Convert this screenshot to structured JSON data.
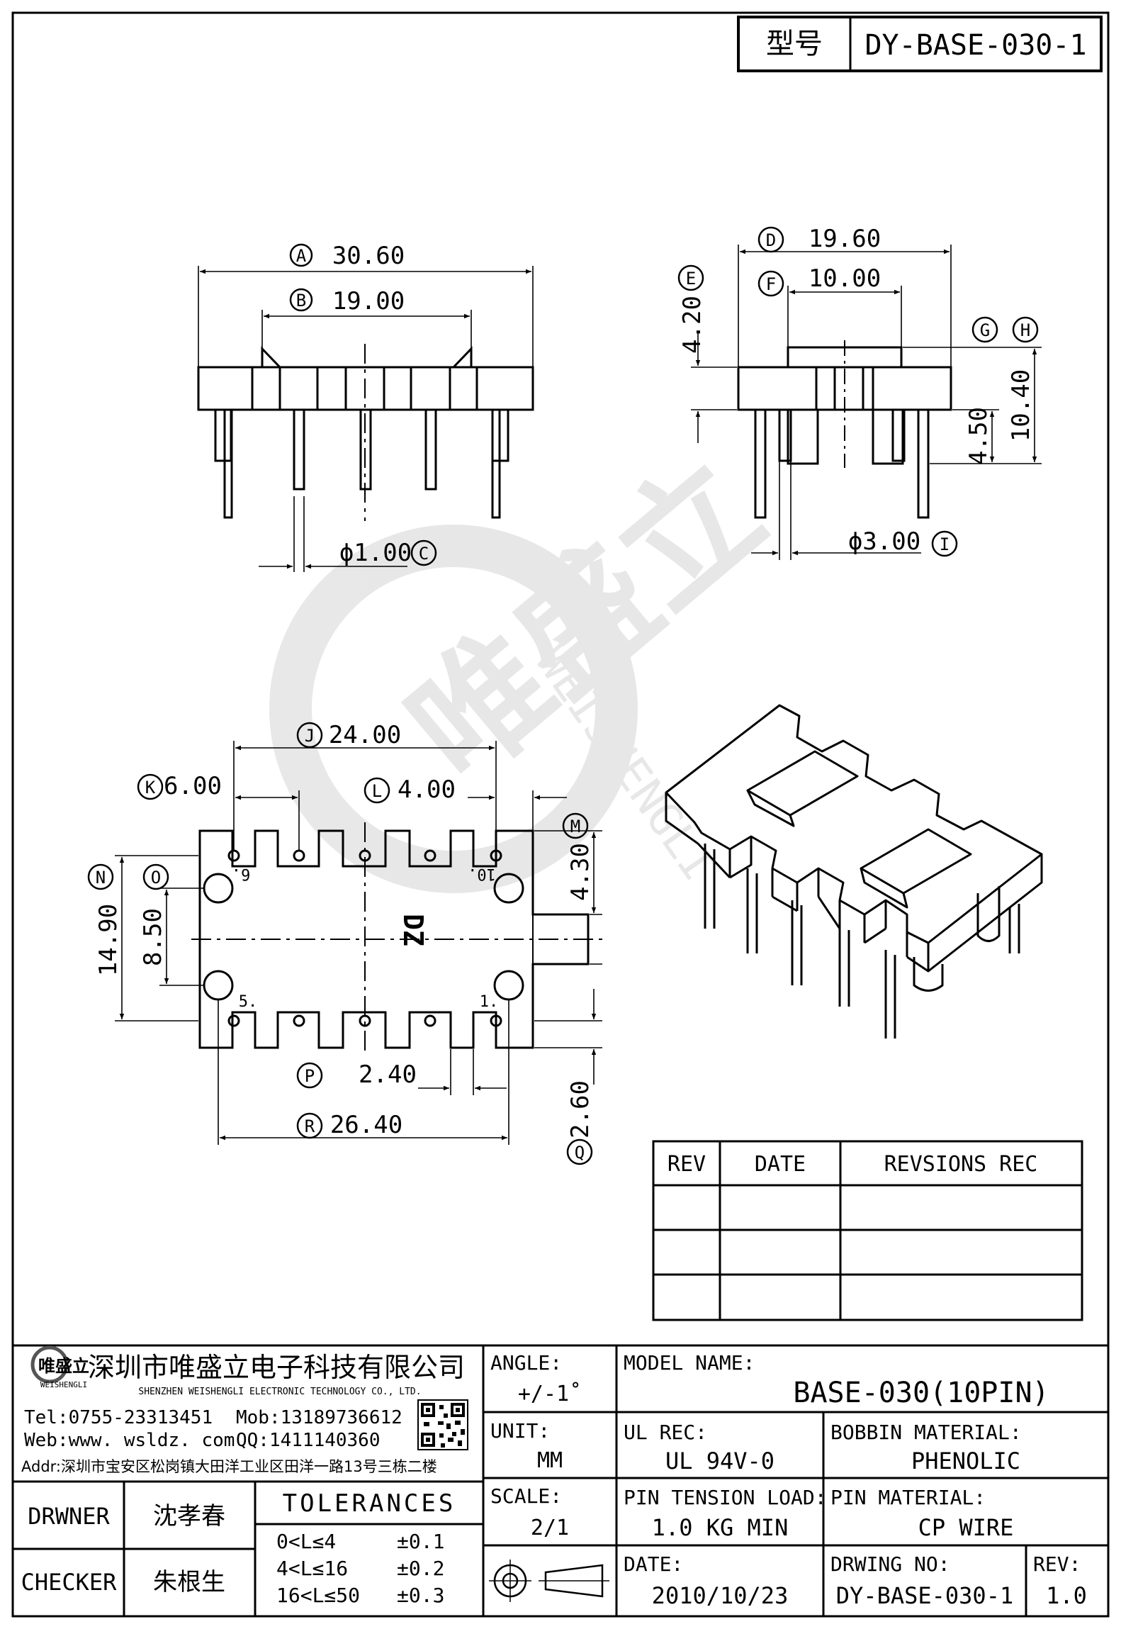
{
  "title_block": {
    "model_label": "型号",
    "model_value": "DY-BASE-030-1"
  },
  "dimensions": {
    "A": {
      "letter": "A",
      "value": "30.60"
    },
    "B": {
      "letter": "B",
      "value": "19.00"
    },
    "C": {
      "letter": "C",
      "value": "ϕ1.00"
    },
    "D": {
      "letter": "D",
      "value": "19.60"
    },
    "E": {
      "letter": "E",
      "value": "4.20"
    },
    "F": {
      "letter": "F",
      "value": "10.00"
    },
    "G": {
      "letter": "G"
    },
    "H": {
      "letter": "H",
      "value": "10.40"
    },
    "G_value": "4.50",
    "I": {
      "letter": "I",
      "value": "ϕ3.00"
    },
    "J": {
      "letter": "J",
      "value": "24.00"
    },
    "K": {
      "letter": "K",
      "value": "6.00"
    },
    "L": {
      "letter": "L",
      "value": "4.00"
    },
    "M": {
      "letter": "M",
      "value": "4.30"
    },
    "N": {
      "letter": "N",
      "value": "14.90"
    },
    "O": {
      "letter": "O",
      "value": "8.50"
    },
    "P": {
      "letter": "P",
      "value": "2.40"
    },
    "Q": {
      "letter": "Q",
      "value": "2.60"
    },
    "R": {
      "letter": "R",
      "value": "26.40"
    }
  },
  "bottom_view": {
    "pin_label_6": "6.",
    "pin_label_10": "10.",
    "pin_label_5": "5.",
    "pin_label_1": "1.",
    "center_mark": "DZ"
  },
  "watermark": {
    "cn": "唯盛立",
    "en": "WEISHENGLI"
  },
  "revision_table": {
    "headers": [
      "REV",
      "DATE",
      "REVSIONS REC"
    ],
    "rows": [
      [
        "",
        "",
        ""
      ],
      [
        "",
        "",
        ""
      ],
      [
        "",
        "",
        ""
      ]
    ]
  },
  "company": {
    "logo_cn": "唯盛立",
    "logo_en": "WEISHENGLI",
    "name_cn": "深圳市唯盛立电子科技有限公司",
    "name_en": "SHENZHEN WEISHENGLI ELECTRONIC TECHNOLOGY CO., LTD.",
    "tel": "Tel:0755-23313451",
    "mob": "Mob:13189736612",
    "web": "Web:www. wsldz. com",
    "qq": "QQ:1411140360",
    "addr": "Addr:深圳市宝安区松岗镇大田洋工业区田洋一路13号三栋二楼"
  },
  "fields": {
    "angle_label": "ANGLE:",
    "angle_value": "+/-1˚",
    "unit_label": "UNIT:",
    "unit_value": "MM",
    "scale_label": "SCALE:",
    "scale_value": "2/1",
    "model_name_label": "MODEL NAME:",
    "model_name_value": "BASE-030(10PIN)",
    "ul_label": "UL REC:",
    "ul_value": "UL 94V-0",
    "bobbin_label": "BOBBIN MATERIAL:",
    "bobbin_value": "PHENOLIC",
    "pin_tension_label": "PIN TENSION LOAD:",
    "pin_tension_value": "1.0 KG MIN",
    "pin_material_label": "PIN MATERIAL:",
    "pin_material_value": "CP WIRE",
    "date_label": "DATE:",
    "date_value": "2010/10/23",
    "drawing_no_label": "DRWING NO:",
    "drawing_no_value": "DY-BASE-030-1",
    "rev_label": "REV:",
    "rev_value": "1.0",
    "drawer_label": "DRWNER",
    "drawer_value": "沈孝春",
    "checker_label": "CHECKER",
    "checker_value": "朱根生",
    "tolerances_title": "TOLERANCES",
    "tol_1_range": "0<L≤4",
    "tol_1_value": "±0.1",
    "tol_2_range": "4<L≤16",
    "tol_2_value": "±0.2",
    "tol_3_range": "16<L≤50",
    "tol_3_value": "±0.3"
  }
}
